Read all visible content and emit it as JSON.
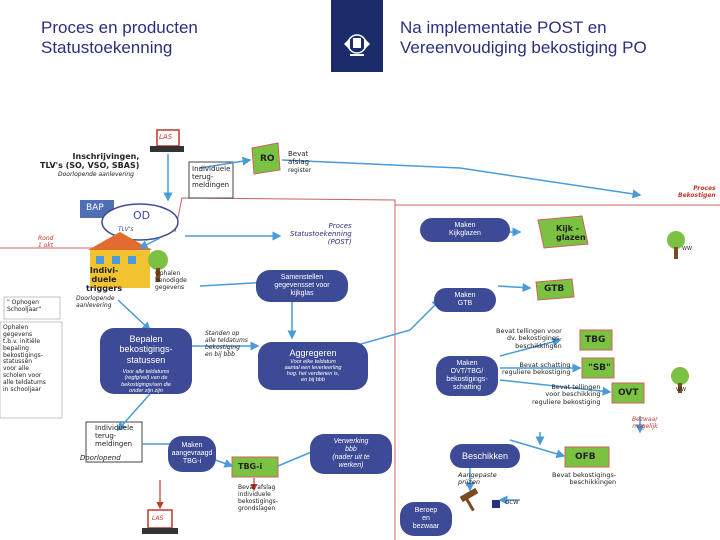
{
  "header": {
    "title_left": "Proces en producten\nStatustoekenning",
    "title_right": "Na implementatie POST en\nVereenvoudiging bekostiging PO"
  },
  "colors": {
    "title": "#2b2f7d",
    "pill": "#3d4b96",
    "green": "#7cc242",
    "arrow": "#4a9bd8",
    "red": "#c0392b",
    "outline_red": "#d06060",
    "logo": "#1c2c6b"
  },
  "left": {
    "las_top": "LAS",
    "inschrijvingen": "Inschrijvingen,\nTLV's (SO, VSO, SBAS)",
    "doorlopende_top": "Doorlopende aanlevering",
    "individuele_top": "Individuele\nterug-\nmeldingen",
    "ro": "RO",
    "bevat_afslag": "Bevat\nafslag",
    "register": "register",
    "bap": "BAP",
    "od": "OD",
    "tlvs": "TLV's",
    "proces_status": "Proces\nStatustoekenning\n(POST)",
    "rond": "Rond\n1 okt",
    "indivi_triggers": "Indivi-\nduele\ntriggers",
    "ophalen_gegevens": "Ophalen\nbenodigde\ngegevens",
    "ophogen": "\" Ophogen\nSchooljaar\"",
    "doorlopende_mid": "Doorlopende\naanlevering",
    "side_text": "Ophalen\ngegevens\nt.b.v. initiële\nbepaling\nbekostigings-\nstatussen\nvoor alle\nscholen voor\nalle teldatums\nin schooljaar",
    "samenstellen": "Samenstellen\ngegevensset voor\nkijkglas",
    "bepalen": "Bepalen\nbekostigings-\nstatussen",
    "voor_alle": "Voor alle teldatums\n(regfg/vel) van de\nbekostigings/sen die\nonder zijn zijn",
    "standen": "Standen op\nalle teldatums\nbekostiging\nen bij bbb",
    "aggregeren": "Aggregeren",
    "voor_elke": "Voor elke teldatum\naantal een leverleerling\nhog. het verdienen is,\nen bij bbb",
    "individuele_bottom": "Individuele\nterug-\nmeldingen",
    "doorlopend": "Doorlopend",
    "maken_aangevraagd": "Maken\naangevraagd\nTBG-i",
    "tbg_i": "TBG-i",
    "verwerking": "Verwerking\nbbb\n(nader uit te\nwerken)",
    "bevat_afslag_bottom": "Bevat afslag\nindividuele\nbekostigings-\ngrondslagen",
    "las_bottom": "LAS"
  },
  "right": {
    "proces_bekostigen": "Proces\nBekostigen",
    "maken_kijkglazen": "Maken\nKijkglazen",
    "kijkglazen": "Kijk -\nglazen",
    "ww": "WW",
    "maken_gtb": "Maken\nGTB",
    "gtb": "GTB",
    "bevat_tellingen_dv": "Bevat tellingen voor\ndv. bekostigings-\nbeschikkingen",
    "tbg": "TBG",
    "maken_ovt": "Maken\nOVT/TBG/\nbekostigings-\nschatting",
    "bevat_schatting": "Bevat schatting\nreguliere bekostiging",
    "sb": "\"SB\"",
    "bevat_tellingen_reg": "Bevat tellingen\nvoor beschikking\nreguliere bekostiging",
    "ovt": "OVT",
    "ww2": "WW",
    "bezwaar": "Bezwaar\nmogelijk",
    "beschikken": "Beschikken",
    "ofb": "OFB",
    "bevat_bekostigings": "Bevat bekostigings-\nbeschikkingen",
    "aangepaste": "Aangepaste\nprijzen",
    "ocw": "OCW",
    "beroep": "Beroep\nen\nbezwaar"
  }
}
